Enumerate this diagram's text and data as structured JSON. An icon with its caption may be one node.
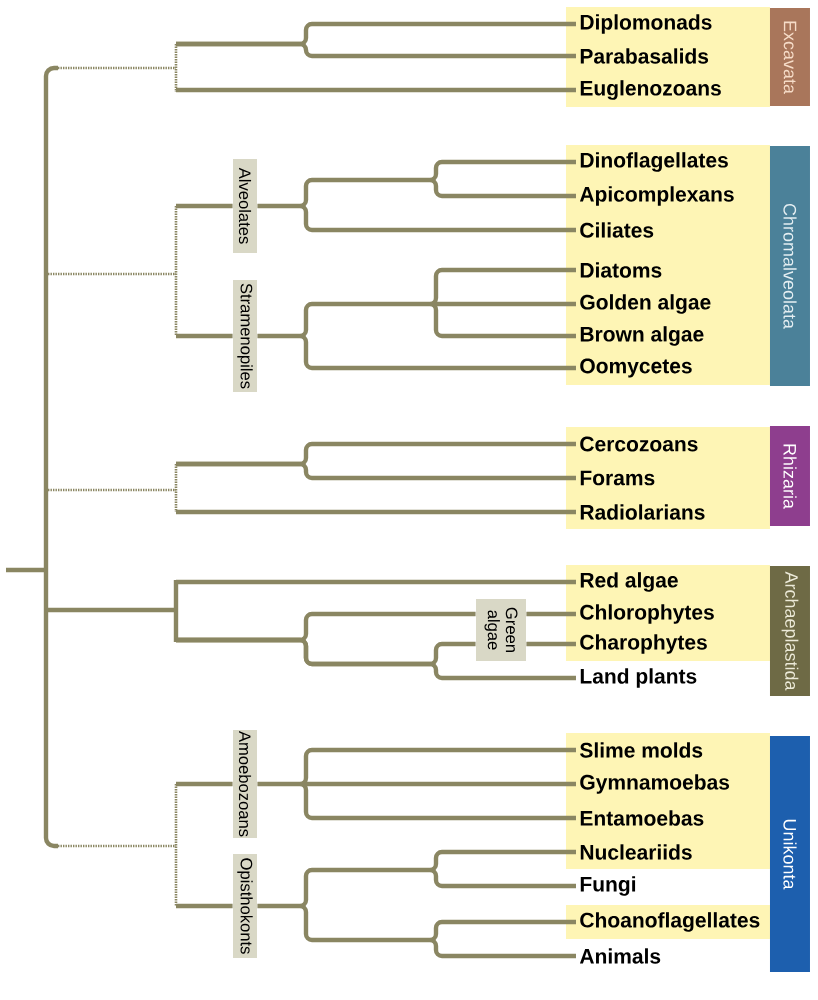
{
  "diagram": {
    "nodes": [
      {
        "text": [],
        "shape": "box"
      },
      {
        "text": [
          "Diplomonads"
        ],
        "in": 0
      },
      {
        "text": [
          "Parabasalids"
        ],
        "in": 0
      },
      {
        "text": [
          "Euglenozoans"
        ],
        "in": 0
      },
      {
        "text": [
          "Excavata"
        ]
      },
      {
        "text": [
          "Alveolates"
        ]
      },
      {
        "text": [
          "Stramenopiles"
        ]
      },
      {
        "text": [],
        "shape": "box"
      },
      {
        "text": [
          "Dinoflagellates"
        ],
        "in": 7
      },
      {
        "text": [
          "Apicomplexans"
        ],
        "in": 7
      },
      {
        "text": [
          "Ciliates"
        ],
        "in": 7
      },
      {
        "text": [
          "Diatoms"
        ],
        "in": 7
      },
      {
        "text": [
          "Golden algae"
        ],
        "in": 7
      },
      {
        "text": [
          "Brown algae"
        ],
        "in": 7
      },
      {
        "text": [
          "Oomycetes"
        ],
        "in": 7
      },
      {
        "text": [
          "Chromalveolata"
        ]
      },
      {
        "text": [],
        "shape": "box"
      },
      {
        "text": [
          "Cercozoans"
        ],
        "in": 16
      },
      {
        "text": [
          "Forams"
        ],
        "in": 16
      },
      {
        "text": [
          "Radiolarians"
        ],
        "in": 16
      },
      {
        "text": [
          "Rhizaria"
        ]
      },
      {
        "text": [
          "Green algae"
        ]
      },
      {
        "text": [],
        "shape": "box"
      },
      {
        "text": [
          "Red algae"
        ],
        "in": 22
      },
      {
        "text": [
          "Chlorophytes"
        ],
        "in": 22
      },
      {
        "text": [
          "Charophytes"
        ],
        "in": 22
      },
      {
        "text": [
          "Land plants"
        ]
      },
      {
        "text": [
          "Archaeplastida"
        ]
      },
      {
        "text": [
          "Amoebozoans"
        ]
      },
      {
        "text": [
          "Opisthokonts"
        ]
      },
      {
        "text": [],
        "shape": "box"
      },
      {
        "text": [
          "Slime molds"
        ],
        "in": 30
      },
      {
        "text": [
          "Gymnamoebas"
        ],
        "in": 30
      },
      {
        "text": [
          "Entamoebas"
        ],
        "in": 30
      },
      {
        "text": [
          "Nucleariids"
        ],
        "in": 30
      },
      {
        "text": [
          "Fungi"
        ]
      },
      {
        "text": [],
        "shape": "box"
      },
      {
        "text": [
          "Choanoflagellates"
        ],
        "in": 36
      },
      {
        "text": [
          "Animals"
        ]
      },
      {
        "text": [
          "Unikonta"
        ]
      }
    ],
    "edges": [
      {
        "from": null,
        "to": 1,
        "arrow": "none"
      },
      {
        "from": null,
        "to": 2,
        "arrow": "none"
      },
      {
        "from": null,
        "to": 3,
        "arrow": "none"
      },
      {
        "from": null,
        "to": 5,
        "arrow": "none"
      },
      {
        "from": 5,
        "to": 8,
        "arrow": "none"
      },
      {
        "from": 5,
        "to": 9,
        "arrow": "none"
      },
      {
        "from": 5,
        "to": 10,
        "arrow": "none"
      },
      {
        "from": null,
        "to": 6,
        "arrow": "none"
      },
      {
        "from": 6,
        "to": 11,
        "arrow": "none"
      },
      {
        "from": 6,
        "to": 12,
        "arrow": "none"
      },
      {
        "from": 6,
        "to": 13,
        "arrow": "none"
      },
      {
        "from": 6,
        "to": 14,
        "arrow": "none"
      },
      {
        "from": null,
        "to": 17,
        "arrow": "none"
      },
      {
        "from": null,
        "to": 18,
        "arrow": "none"
      },
      {
        "from": null,
        "to": 19,
        "arrow": "none"
      },
      {
        "from": null,
        "to": 23,
        "arrow": "none"
      },
      {
        "from": null,
        "to": 21,
        "arrow": "none"
      },
      {
        "from": 21,
        "to": 24,
        "arrow": "none"
      },
      {
        "from": null,
        "to": 21,
        "arrow": "none"
      },
      {
        "from": 21,
        "to": 25,
        "arrow": "none"
      },
      {
        "from": null,
        "to": 26,
        "arrow": "none"
      },
      {
        "from": null,
        "to": 28,
        "arrow": "none"
      },
      {
        "from": 28,
        "to": 31,
        "arrow": "none"
      },
      {
        "from": 28,
        "to": 32,
        "arrow": "none"
      },
      {
        "from": 28,
        "to": 33,
        "arrow": "none"
      },
      {
        "from": null,
        "to": 29,
        "arrow": "none"
      },
      {
        "from": 29,
        "to": 34,
        "arrow": "none"
      },
      {
        "from": 29,
        "to": 35,
        "arrow": "none"
      },
      {
        "from": 29,
        "to": 37,
        "arrow": "none"
      },
      {
        "from": 29,
        "to": 38,
        "arrow": "none"
      }
    ]
  }
}
